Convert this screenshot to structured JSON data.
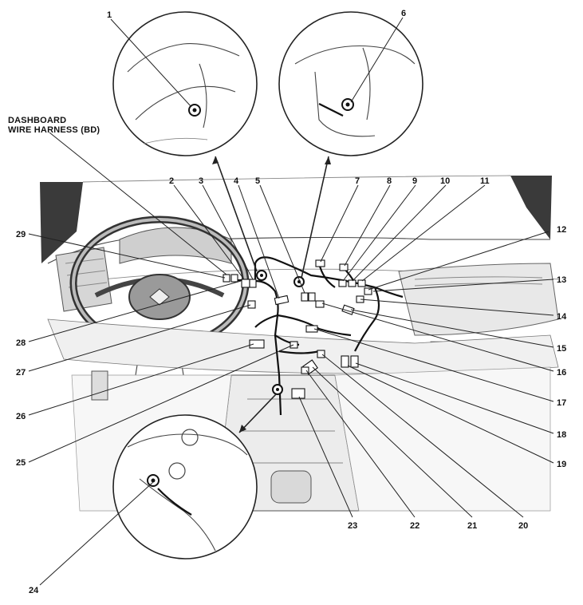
{
  "harness_label": [
    "DASHBOARD",
    "WIRE HARNESS (BD)"
  ],
  "callouts": [
    "1",
    "2",
    "3",
    "4",
    "5",
    "6",
    "7",
    "8",
    "9",
    "10",
    "11",
    "12",
    "13",
    "14",
    "15",
    "16",
    "17",
    "18",
    "19",
    "20",
    "21",
    "22",
    "23",
    "24",
    "25",
    "26",
    "27",
    "28",
    "29"
  ]
}
